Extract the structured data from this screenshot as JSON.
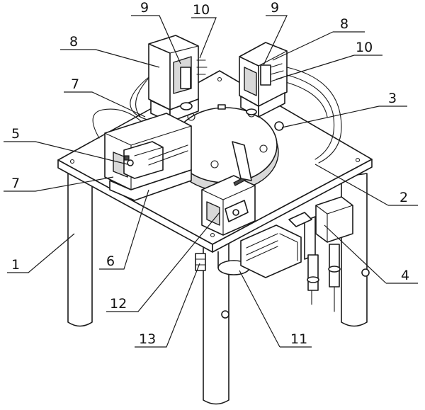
{
  "labels": {
    "l1": "1",
    "l2": "2",
    "l3": "3",
    "l4": "4",
    "l5": "5",
    "l6": "6",
    "l7a": "7",
    "l7b": "7",
    "l8a": "8",
    "l8b": "8",
    "l9a": "9",
    "l9b": "9",
    "l10a": "10",
    "l10b": "10",
    "l11": "11",
    "l12": "12",
    "l13": "13"
  }
}
